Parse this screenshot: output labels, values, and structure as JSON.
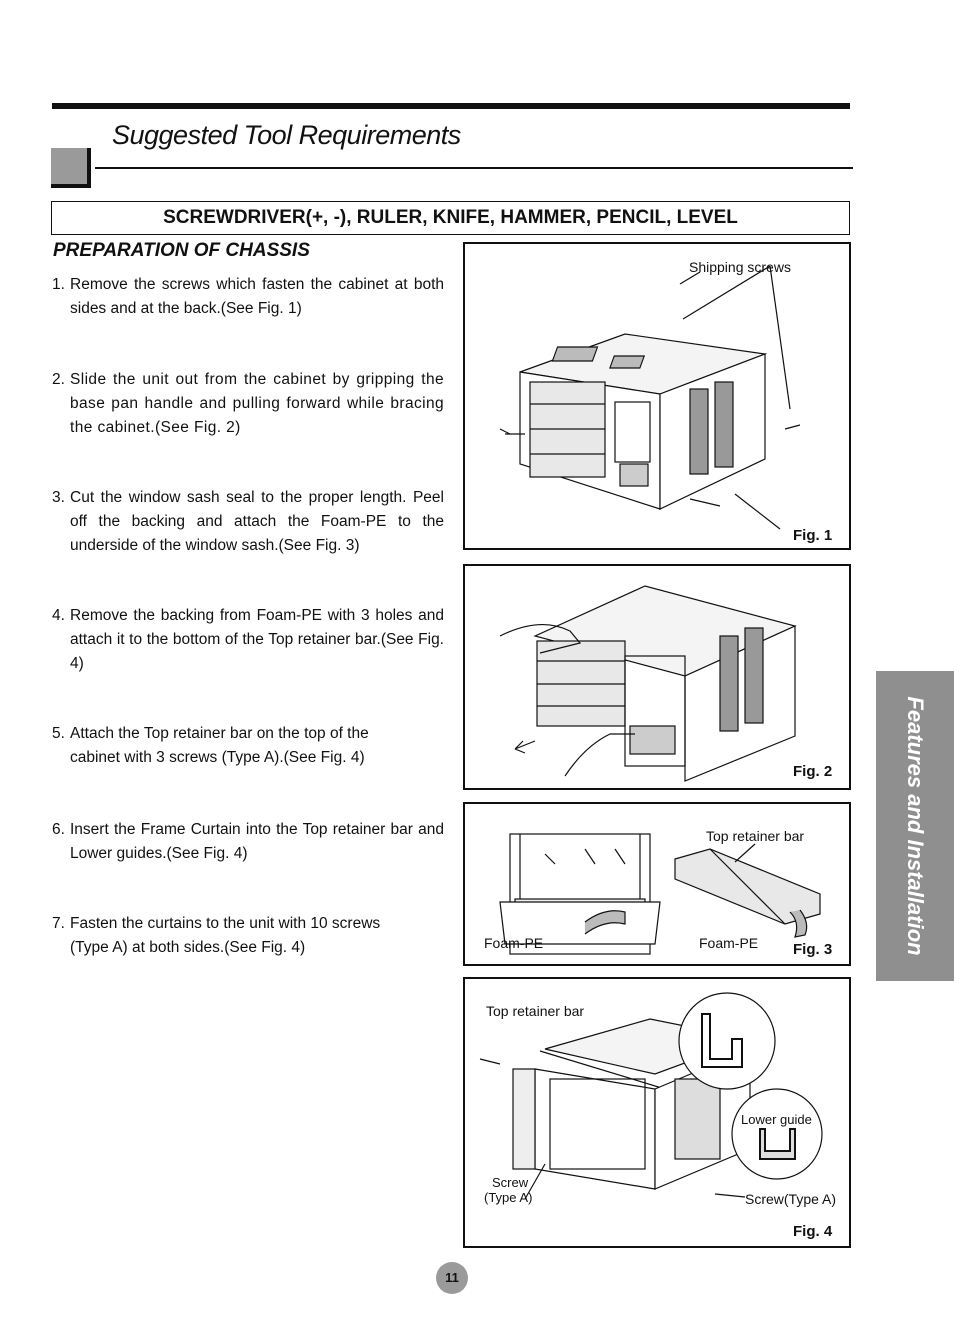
{
  "page": {
    "title": "Suggested Tool Requirements",
    "tools": "SCREWDRIVER(+, -), RULER, KNIFE, HAMMER, PENCIL, LEVEL",
    "section_heading": "PREPARATION OF CHASSIS",
    "side_tab": "Features and Installation",
    "page_number": "11"
  },
  "steps": [
    {
      "num": "1.",
      "text": "Remove the screws which fasten the cabinet at both sides and at the back.(See Fig. 1)"
    },
    {
      "num": "2.",
      "text": "Slide the unit out from the cabinet by gripping the base pan handle and pulling forward while bracing the cabinet.(See Fig. 2)"
    },
    {
      "num": "3.",
      "text": "Cut the window sash seal to the proper length. Peel off the backing and attach the Foam-PE to the underside of the window sash.(See Fig. 3)"
    },
    {
      "num": "4.",
      "text": "Remove the backing from Foam-PE with 3 holes and attach it to the bottom of the Top retainer bar.(See Fig. 4)"
    },
    {
      "num": "5.",
      "text": "Attach the Top retainer bar on the top of the cabinet with 3 screws (Type A).(See Fig. 4)"
    },
    {
      "num": "6.",
      "text": "Insert the Frame Curtain into the Top retainer bar and Lower guides.(See Fig. 4)"
    },
    {
      "num": "7.",
      "text": "Fasten the curtains to the unit with 10 screws (Type A) at both sides.(See Fig. 4)"
    }
  ],
  "figures": {
    "fig1": {
      "label": "Fig. 1",
      "callout": "Shipping screws"
    },
    "fig2": {
      "label": "Fig. 2"
    },
    "fig3": {
      "label": "Fig. 3",
      "callout_bar": "Top retainer bar",
      "callout_foam_left": "Foam-PE",
      "callout_foam_right": "Foam-PE"
    },
    "fig4": {
      "label": "Fig. 4",
      "callout_bar": "Top retainer bar",
      "callout_lower": "Lower guide",
      "callout_screw_left_1": "Screw",
      "callout_screw_left_2": "(Type A)",
      "callout_screw_right": "Screw(Type A)"
    }
  }
}
